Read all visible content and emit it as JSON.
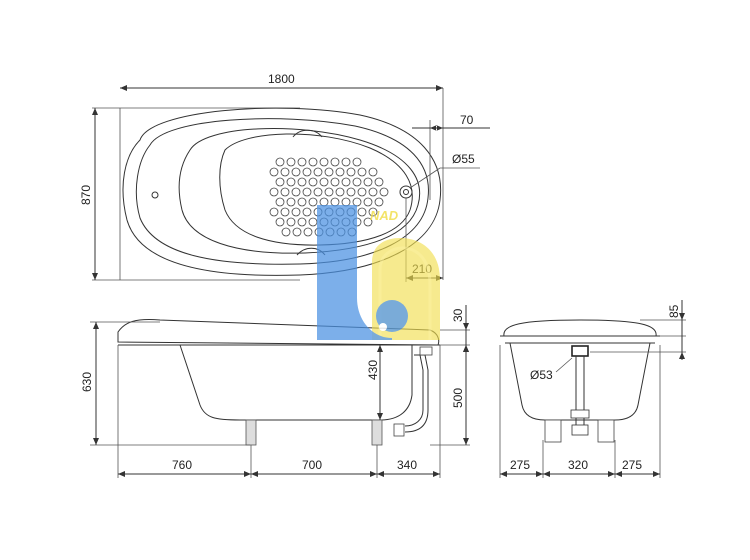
{
  "drawing": {
    "top_view": {
      "length": "1800",
      "width": "870",
      "overflow_offset": "70",
      "overflow_diameter": "Ø55",
      "drain_offset": "210"
    },
    "side_view": {
      "total_height": "630",
      "rim_drop": "30",
      "drain_height": "430",
      "inner_height": "500",
      "feet_left": "760",
      "feet_spacing": "700",
      "feet_right": "340"
    },
    "end_view": {
      "rim_height": "85",
      "drain_diameter": "Ø53",
      "left_offset": "275",
      "feet_spacing": "320",
      "right_offset": "275"
    }
  },
  "watermark": {
    "text": "NAD",
    "colors": {
      "blue": "#4a90e2",
      "yellow": "#f2df4f"
    }
  }
}
